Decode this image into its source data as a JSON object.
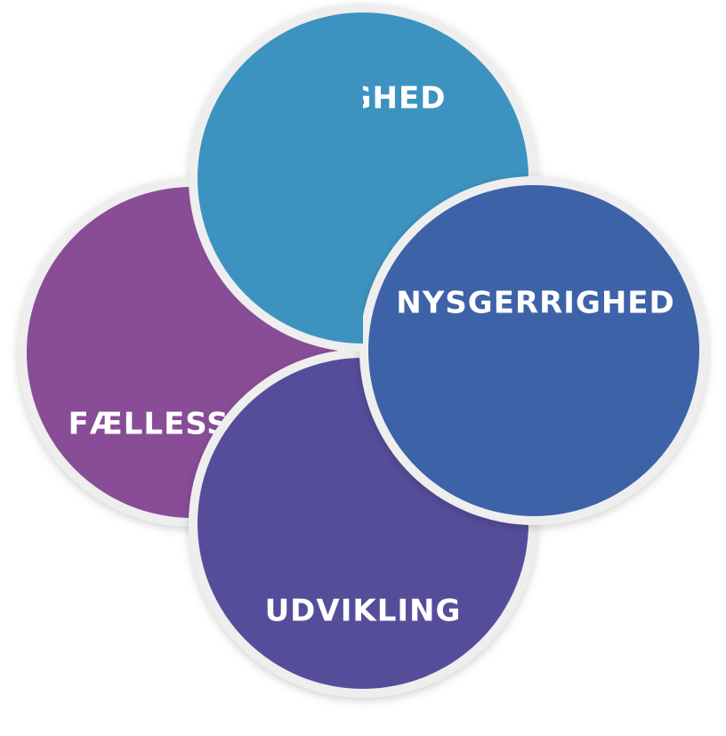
{
  "diagram": {
    "circles": [
      {
        "id": "tryghed",
        "label": "TRYGHED",
        "color": "#3d93bf"
      },
      {
        "id": "nysgerrighed",
        "label": "NYSGERRIGHED",
        "color": "#3d62a8"
      },
      {
        "id": "faellesskab",
        "label": "FÆLLESSKAB",
        "color": "#884d96"
      },
      {
        "id": "udvikling",
        "label": "UDVIKLING",
        "color": "#564d9a"
      }
    ],
    "ring_color": "#eeeeee"
  }
}
